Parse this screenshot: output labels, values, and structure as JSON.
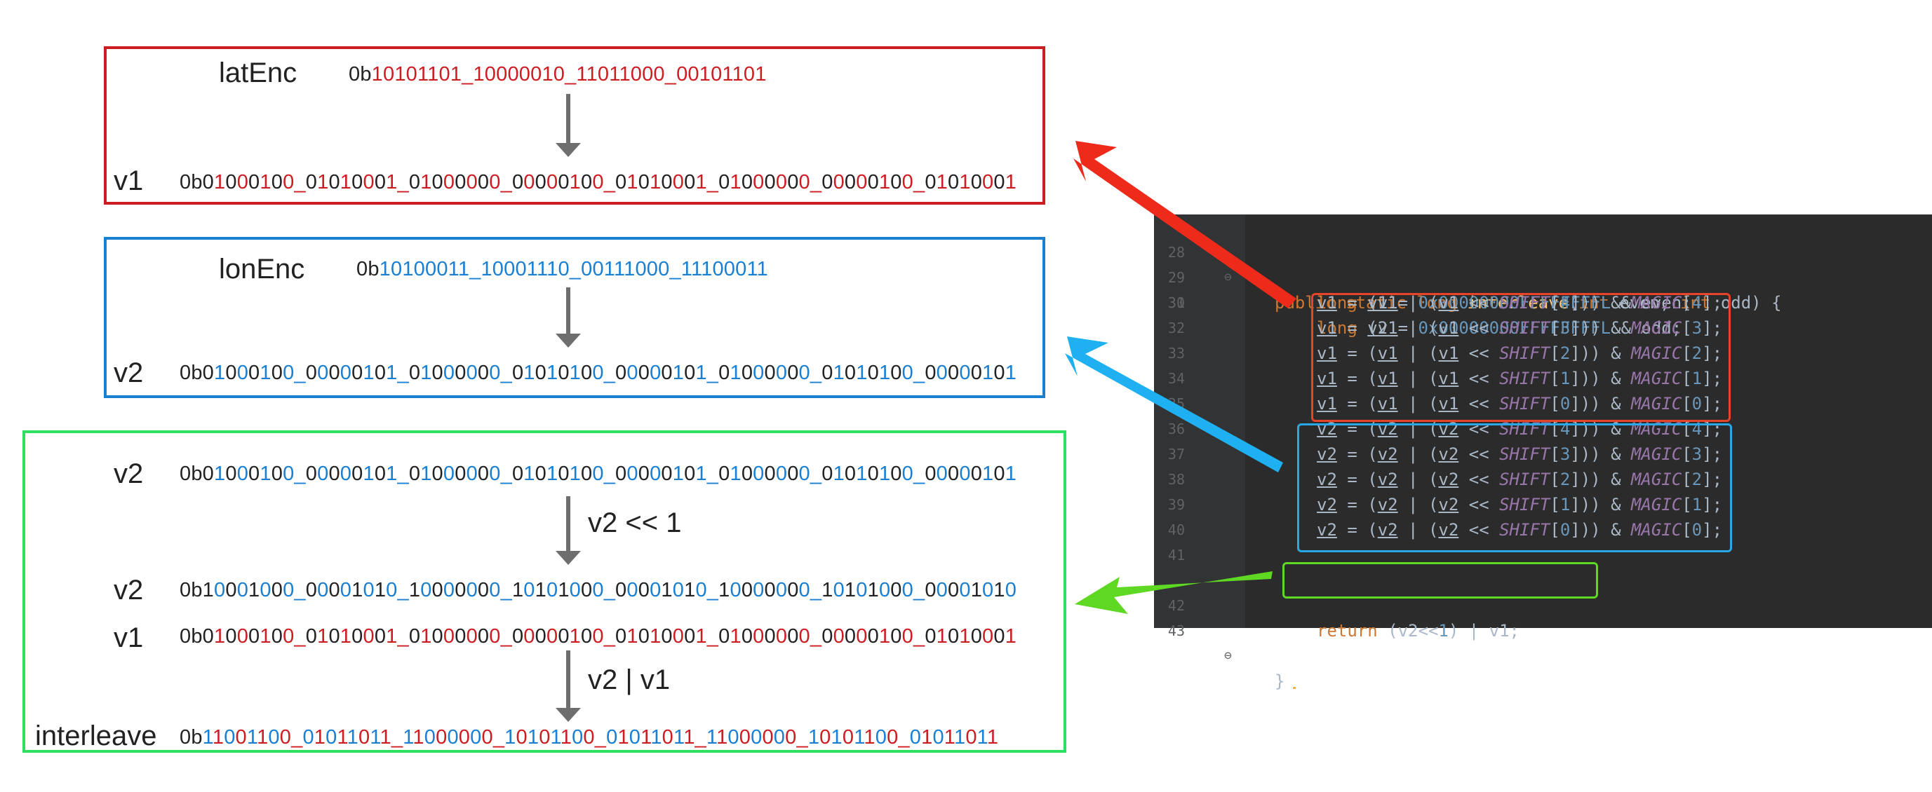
{
  "lat_box": {
    "label": "latEnc",
    "value_prefix": "0b",
    "value_bits": "10101101_10000010_11011000_00101101",
    "v1_label": "v1",
    "v1_prefix": "0b",
    "v1_bits": "01000100_01010001_01000000_00000100_01010001_01000000_00000100_01010001"
  },
  "lon_box": {
    "label": "lonEnc",
    "value_prefix": "0b",
    "value_bits": "10100011_10001110_00111000_11100011",
    "v2_label": "v2",
    "v2_prefix": "0b",
    "v2_bits": "01000100_00000101_01000000_01010100_00000101_01000000_01010100_00000101"
  },
  "combine_box": {
    "v2_label": "v2",
    "v2_prefix": "0b",
    "v2_bits": "01000100_00000101_01000000_01010100_00000101_01000000_01010100_00000101",
    "shift_op": "v2 << 1",
    "v2_shifted_label": "v2",
    "v2_shifted_prefix": "0b",
    "v2_shifted_bits": "10001000_00001010_10000000_10101000_00001010_10000000_10101000_00001010",
    "v1_label": "v1",
    "v1_prefix": "0b",
    "v1_bits": "01000100_01010001_01000000_00000100_01010001_01000000_00000100_01010001",
    "or_op": "v2  | v1",
    "result_label": "interleave",
    "result_prefix": "0b",
    "result_bits": "11001100_01011011_11000000_10101100_01011011_11000000_10101100_01011011"
  },
  "code": {
    "line_numbers": [
      "28",
      "29",
      "30",
      "31",
      "32",
      "33",
      "34",
      "35",
      "36",
      "37",
      "38",
      "39",
      "40",
      "41",
      "42",
      "43"
    ],
    "signature": {
      "kw1": "public static long ",
      "name": "interleave",
      "p1": "(",
      "kw2": "int",
      "p2": " even, ",
      "kw3": "int",
      "p3": " odd) {"
    },
    "decl_v1": {
      "kw": "long ",
      "var": "v1",
      "eq": " = ",
      "num": "0x00000000FFFFFFFFL",
      "rest": " & even;"
    },
    "decl_v2": {
      "kw": "long ",
      "var": "v2",
      "eq": " = ",
      "num": "0x00000000FFFFFFFFL",
      "rest": " & odd;"
    },
    "shift_const": "SHIFT",
    "magic_const": "MAGIC",
    "v1_indices": [
      "4",
      "3",
      "2",
      "1",
      "0"
    ],
    "v2_indices": [
      "4",
      "3",
      "2",
      "1",
      "0"
    ],
    "return_kw": "return",
    "return_expr_a": " (v2<<",
    "return_num": "1",
    "return_expr_b": ") | v1;",
    "closing": "}"
  },
  "colors": {
    "red": "#cc1e22",
    "blue": "#1a7fd0",
    "green": "#2ee060",
    "arrow_red": "#ee2a1a",
    "arrow_blue": "#1eb0f0",
    "arrow_green": "#5ed822",
    "code_bg": "#2b2b2b"
  }
}
